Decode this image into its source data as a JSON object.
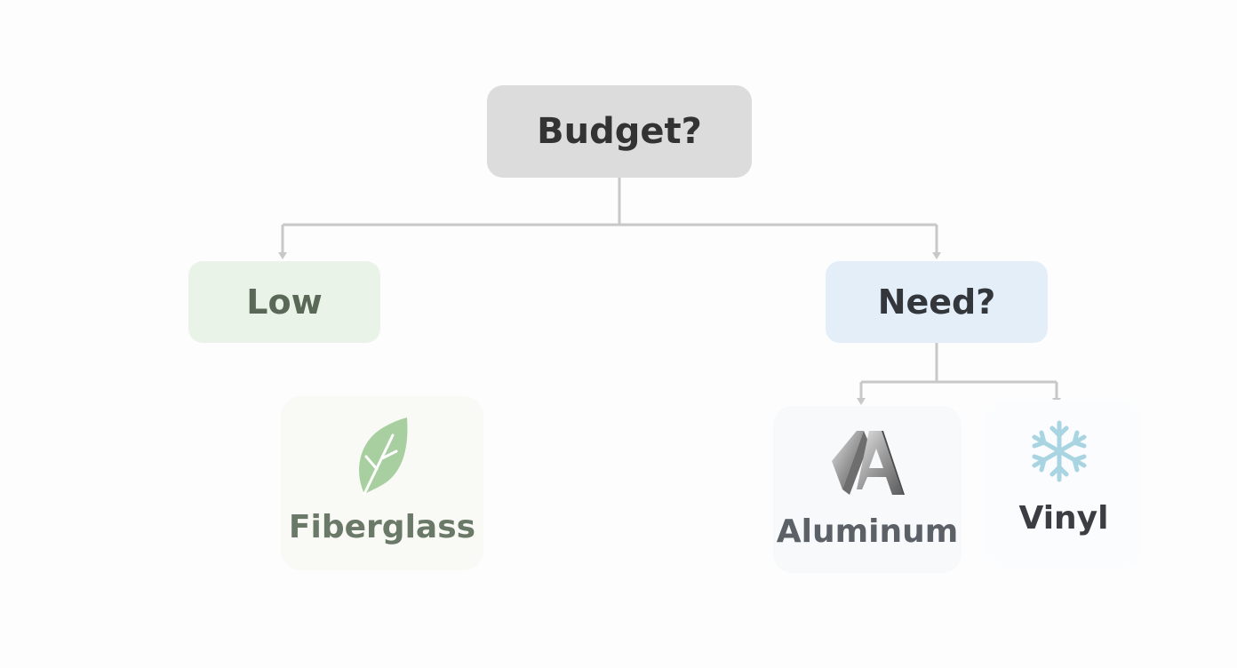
{
  "nodes": {
    "budget": "Budget?",
    "low": "Low",
    "need": "Need?"
  },
  "materials": {
    "fiberglass": {
      "label": "Fiberglass",
      "icon": "leaf-icon"
    },
    "aluminum": {
      "label": "Aluminum",
      "icon": "aluminum-a-logo-icon"
    },
    "vinyl": {
      "label": "Vinyl",
      "icon": "snowflake-icon"
    }
  },
  "colors": {
    "connector": "#c8c8c8",
    "budget_fill": "#dcdcdc",
    "low_fill": "#eaf3e7",
    "need_fill": "#e3eef8",
    "leaf": "#a8cfa0",
    "snowflake": "#a9d4e2"
  }
}
